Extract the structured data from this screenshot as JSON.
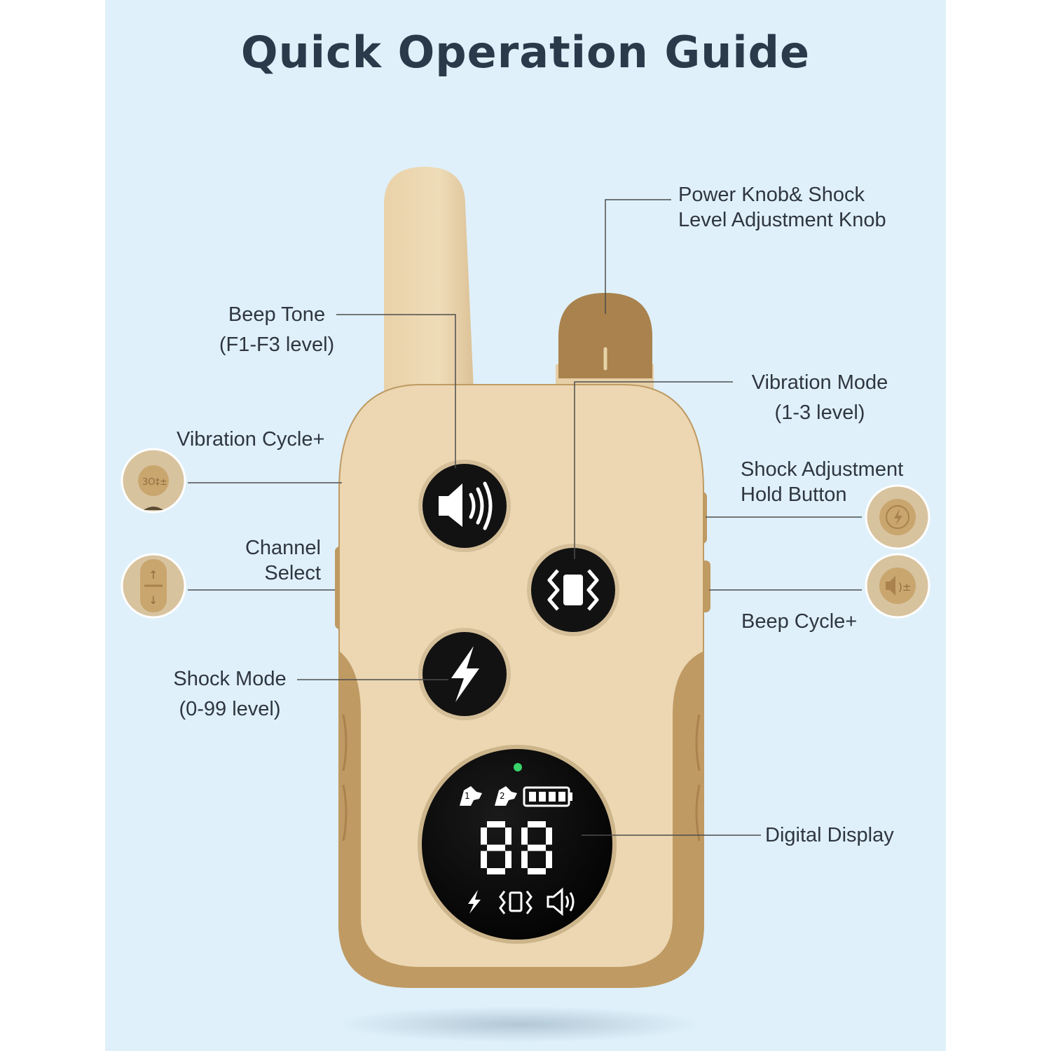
{
  "title": "Quick Operation Guide",
  "display": {
    "digits": "88"
  },
  "callouts": {
    "power_knob": {
      "line1": "Power Knob& Shock",
      "line2": "Level Adjustment Knob"
    },
    "beep_tone": {
      "line1": "Beep Tone",
      "line2": "(F1-F3 level)"
    },
    "vibration_mode": {
      "line1": "Vibration Mode",
      "line2": "(1-3 level)"
    },
    "vibration_cycle": {
      "line1": "Vibration Cycle+"
    },
    "shock_adjust_hold": {
      "line1": "Shock Adjustment",
      "line2": "Hold Button"
    },
    "channel_select": {
      "line1": "Channel",
      "line2": "Select"
    },
    "beep_cycle": {
      "line1": "Beep Cycle+"
    },
    "shock_mode": {
      "line1": "Shock Mode",
      "line2": "(0-99 level)"
    },
    "digital_display": {
      "line1": "Digital Display"
    }
  },
  "colors": {
    "background": "#dff0fa",
    "body_cream": "#ecd7b2",
    "body_tan": "#bf9a63",
    "knob": "#a9824d",
    "button": "#121212",
    "led": "#39d36a",
    "title": "#2b3a4a"
  }
}
